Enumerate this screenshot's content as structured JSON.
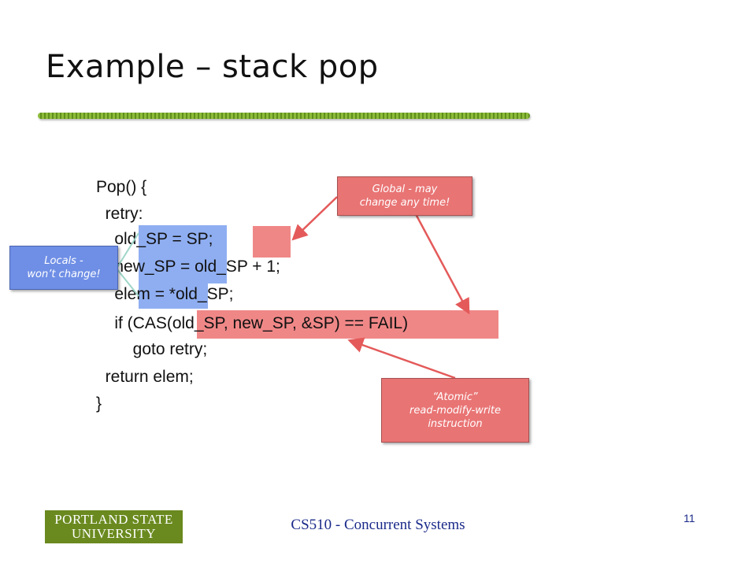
{
  "slide": {
    "title": "Example – stack pop",
    "code_lines": [
      "Pop() {",
      "  retry:",
      "    old_SP = SP;",
      "    new_SP = old_SP + 1;",
      "    elem = *old_SP;",
      "    if (CAS(old_SP, new_SP, &SP) == FAIL)",
      "        goto retry;",
      "  return elem;",
      "}"
    ],
    "callouts": {
      "global": [
        "Global - may",
        "change any time!"
      ],
      "locals": [
        "Locals -",
        "won’t change!"
      ],
      "atomic": [
        "“Atomic”",
        "read-modify-write",
        "instruction"
      ]
    },
    "footer": {
      "course": "CS510 - Concurrent Systems",
      "page": "11",
      "logo_lines": [
        "PORTLAND STATE",
        "UNIVERSITY"
      ]
    }
  },
  "colors": {
    "title_rule": "#8dbb3a",
    "highlight_blue": "#5f8ceb",
    "highlight_red": "#eb5f5f",
    "callout_red": "#e97474",
    "callout_blue": "#6f8fe6",
    "arrow_red": "#e45a5a",
    "footer_text": "#1a2a8a",
    "logo_bg": "#6a8a1f"
  }
}
